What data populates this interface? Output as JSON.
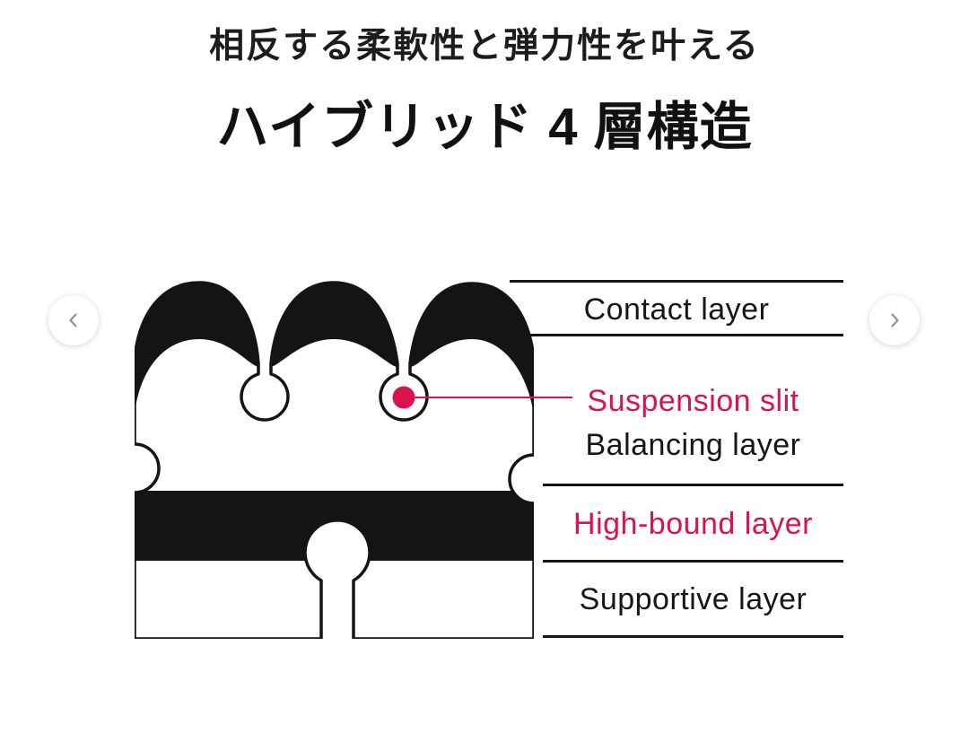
{
  "header": {
    "subtitle": "相反する柔軟性と弾力性を叶える",
    "title": "ハイブリッド 4 層構造"
  },
  "carousel": {
    "prev_icon": "chevron-left",
    "next_icon": "chevron-right"
  },
  "diagram": {
    "type": "mattress-4-layer-cross-section",
    "accent_color": "#d8134e",
    "outline_color": "#141414",
    "marker": "suspension-slit-dot",
    "labels": [
      {
        "id": "contact",
        "text": "Contact layer",
        "color": "#161616"
      },
      {
        "id": "suspension-slit",
        "text": "Suspension slit",
        "color": "#d8134e"
      },
      {
        "id": "balancing",
        "text": "Balancing layer",
        "color": "#161616"
      },
      {
        "id": "high-bound",
        "text": "High-bound layer",
        "color": "#d8134e"
      },
      {
        "id": "supportive",
        "text": "Supportive layer",
        "color": "#161616"
      }
    ]
  }
}
